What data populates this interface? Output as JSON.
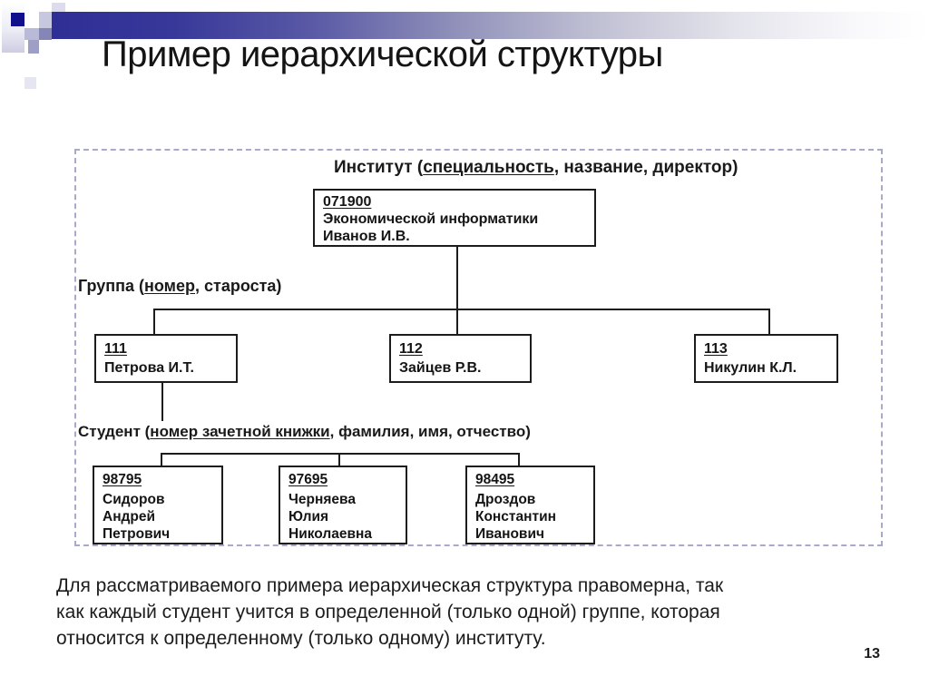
{
  "header": {
    "title": "Пример иерархической структуры"
  },
  "colors": {
    "bar_navy": "#2e2e96",
    "decor_dark_square": "#10108c",
    "dashed_frame": "#a9a9cb",
    "diagram_ink": "#1c1c1c"
  },
  "diagram": {
    "institute_label": {
      "name": "Институт",
      "open": " (",
      "key": "специальность",
      "rest": ", название, директор)"
    },
    "institute_box": {
      "number": "071900",
      "specialty": "Экономической информатики",
      "director": "Иванов И.В."
    },
    "group_label": {
      "name": "Группа",
      "open": " (",
      "key": "номер",
      "rest": ", староста)"
    },
    "group_boxes": [
      {
        "number": "111",
        "head": "Петрова И.Т."
      },
      {
        "number": "112",
        "head": "Зайцев Р.В."
      },
      {
        "number": "113",
        "head": "Никулин К.Л."
      }
    ],
    "student_label": {
      "name": "Студент",
      "open": " (",
      "key": "номер зачетной книжки",
      "rest": ", фамилия, имя, отчество)"
    },
    "student_boxes": [
      {
        "number": "98795",
        "lines": [
          "Сидоров",
          "Андрей",
          "Петрович"
        ]
      },
      {
        "number": "97695",
        "lines": [
          "Черняева",
          "Юлия",
          "Николаевна"
        ]
      },
      {
        "number": "98495",
        "lines": [
          "Дроздов",
          "Константин",
          "Иванович"
        ]
      }
    ]
  },
  "footer": {
    "lines": [
      "Для рассматриваемого примера иерархическая структура правомерна, так",
      "как каждый студент учится в определенной (только одной) группе, которая",
      "относится к определенному (только одному) институту."
    ],
    "page_number": "13"
  }
}
